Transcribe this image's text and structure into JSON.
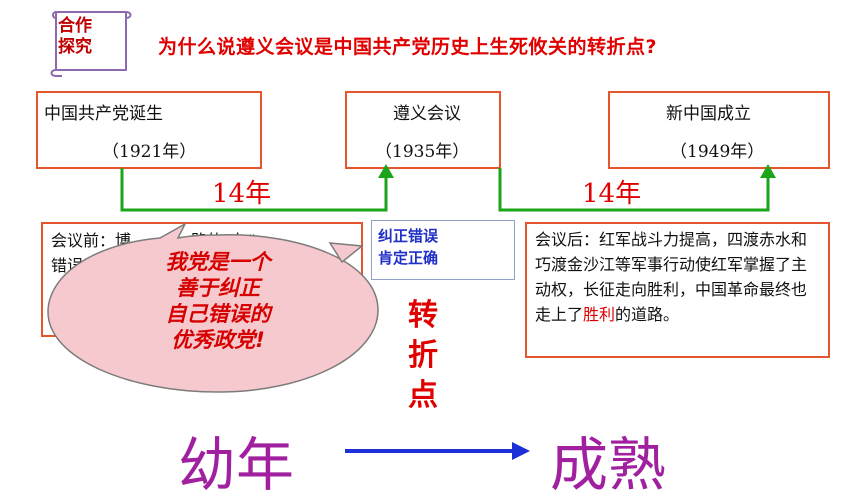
{
  "tag": {
    "line1": "合作",
    "line2": "探究"
  },
  "question": "为什么说遵义会议是中国共产党历史上生死攸关的转折点?",
  "events": [
    {
      "name": "中国共产党诞生",
      "year": "（1921年）"
    },
    {
      "name": "遵义会议",
      "year": "（1935年）"
    },
    {
      "name": "新中国成立",
      "year": "（1949年）"
    }
  ],
  "intervals": [
    "14年",
    "14年"
  ],
  "before_note": {
    "visible_start": "会议前：博",
    "visible_mid": "路的“左”",
    "line2_start": "错误"
  },
  "correct_box": {
    "line1": "纠正错误",
    "line2": "肯定正确"
  },
  "bubble": {
    "l1": "我党是一个",
    "l2": "善于纠正",
    "l3": "自己错误的",
    "l4": "优秀政党!"
  },
  "after_note": {
    "text_before": "会议后：红军战斗力提高，四渡赤水和巧渡金沙江等军事行动使红军掌握了主动权，长征走向胜利，中国革命最终也走上了",
    "highlight": "胜利",
    "text_after": "的道路。"
  },
  "turning": {
    "c1": "转",
    "c2": "折",
    "c3": "点"
  },
  "growth": {
    "from": "幼年",
    "to": "成熟"
  }
}
